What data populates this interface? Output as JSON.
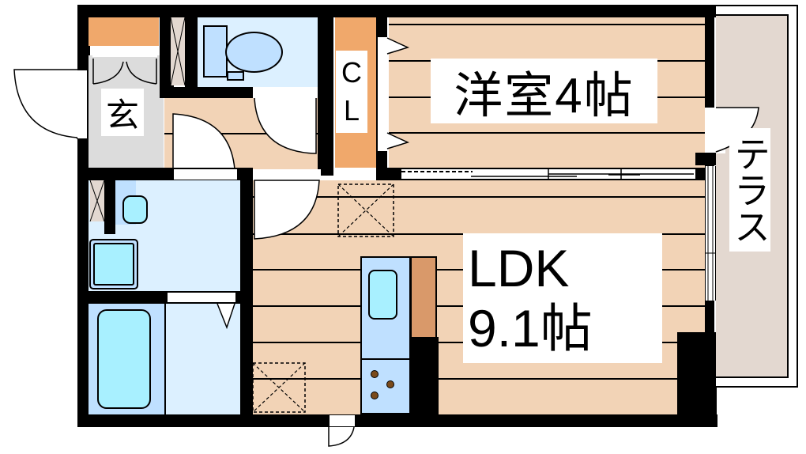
{
  "floorplan": {
    "rooms": {
      "western_room": {
        "label": "洋室4帖",
        "type": "Western-style room",
        "size_jo": 4
      },
      "ldk": {
        "label_line1": "LDK",
        "label_line2": "9.1帖",
        "size_jo": 9.1
      },
      "entrance": {
        "label": "玄"
      },
      "closet": {
        "label_line1": "C",
        "label_line2": "L"
      },
      "terrace": {
        "label": "テラス"
      }
    },
    "colors": {
      "wall": "#000000",
      "wood_floor": "#f2d3b6",
      "entrance_floor": "#dcdcdc",
      "wet_area": "#dcf0ff",
      "fixture_blue": "#bfe0ff",
      "water": "#a8f0ff",
      "storage_orange": "#f0a86b",
      "counter_brown": "#d9996a",
      "terrace": "#e3d8d0",
      "burner": "#7a4a1a"
    }
  }
}
